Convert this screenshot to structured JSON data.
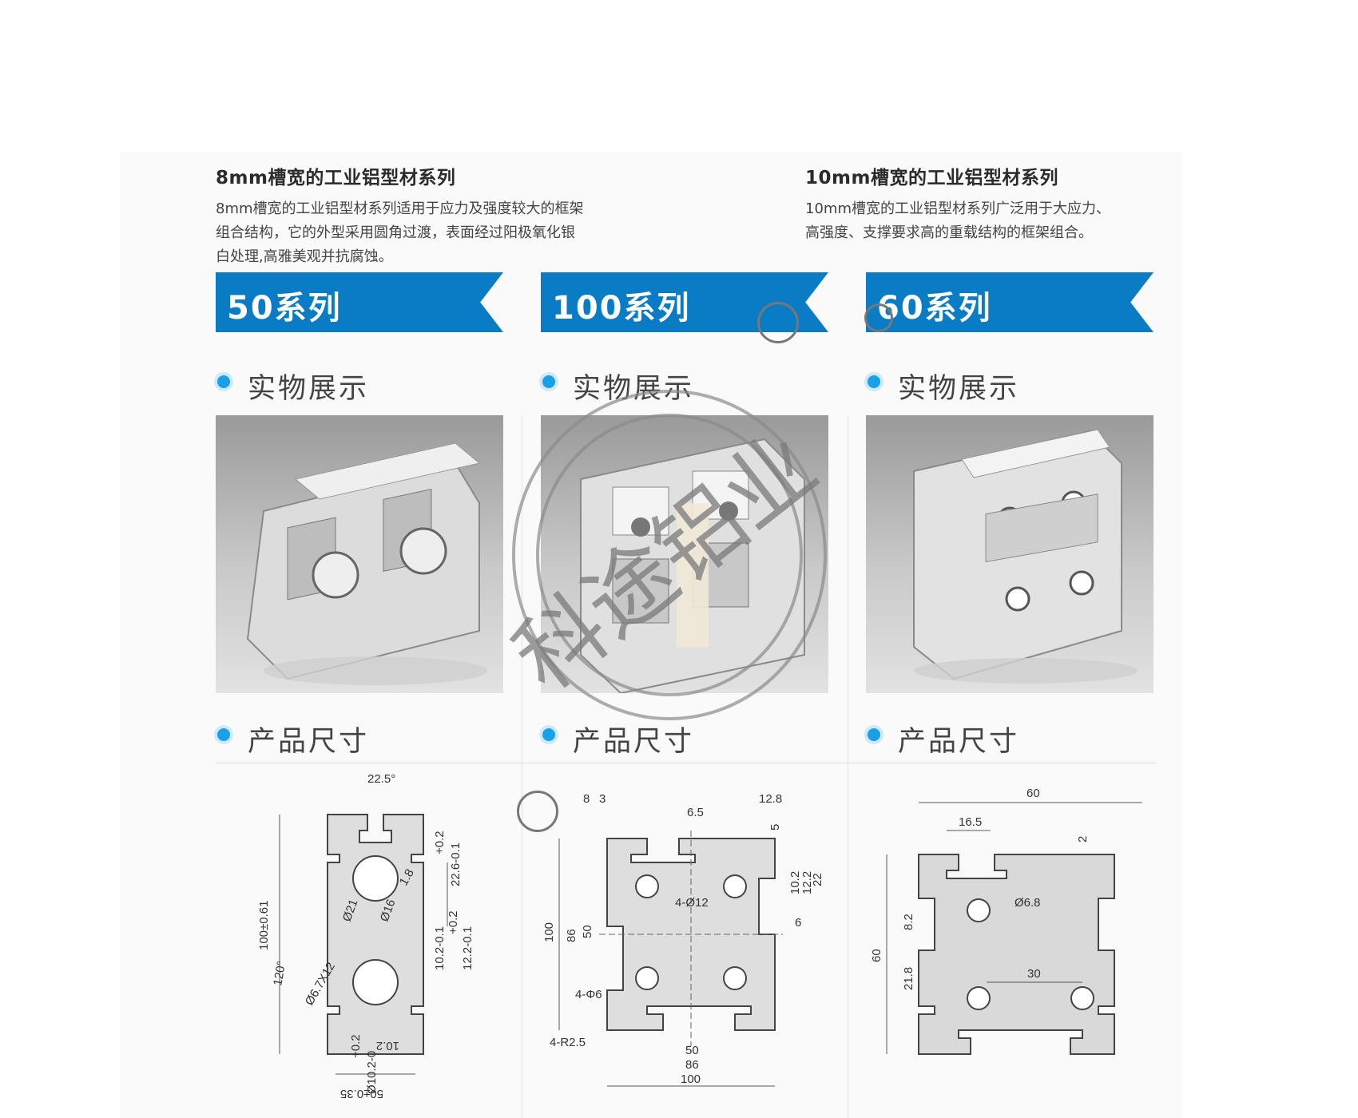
{
  "intro_left": {
    "title": "8mm槽宽的工业铝型材系列",
    "lines": [
      "8mm槽宽的工业铝型材系列适用于应力及强度较大的框架",
      "组合结构，它的外型采用圆角过渡，表面经过阳极氧化银",
      "白处理,高雅美观并抗腐蚀。"
    ]
  },
  "intro_right": {
    "title": "10mm槽宽的工业铝型材系列",
    "lines": [
      "10mm槽宽的工业铝型材系列广泛用于大应力、",
      "高强度、支撑要求高的重载结构的框架组合。"
    ]
  },
  "columns": [
    {
      "banner": "50系列",
      "photo_heading": "实物展示",
      "size_heading": "产品尺寸"
    },
    {
      "banner": "100系列",
      "photo_heading": "实物展示",
      "size_heading": "产品尺寸"
    },
    {
      "banner": "60系列",
      "photo_heading": "实物展示",
      "size_heading": "产品尺寸"
    }
  ],
  "dims_50": [
    "22.5°",
    "100±0.61",
    "22.6-0.1",
    "+0.2",
    "1.8",
    "Ø21",
    "Ø16",
    "10.2-0.1",
    "12.2-0.1",
    "+0.2",
    "120°",
    "Ø6.7X12",
    "10.2",
    "Ø10.2-0",
    "+0.2",
    "50±0.35"
  ],
  "dims_100": [
    "8",
    "3",
    "6.5",
    "12.8",
    "5",
    "10.2",
    "12.2",
    "22",
    "4-Ø12",
    "6",
    "100",
    "86",
    "50",
    "4-Φ6",
    "4-R2.5",
    "50",
    "86",
    "100"
  ],
  "dims_60": [
    "60",
    "16.5",
    "2",
    "8.2",
    "Ø6.8",
    "60",
    "21.8",
    "30"
  ],
  "watermark": "科途铝业",
  "colors": {
    "banner_blue": "#0a7cc5",
    "bullet_blue": "#1aa0e6",
    "profile_fill": "#d9d9d9"
  }
}
